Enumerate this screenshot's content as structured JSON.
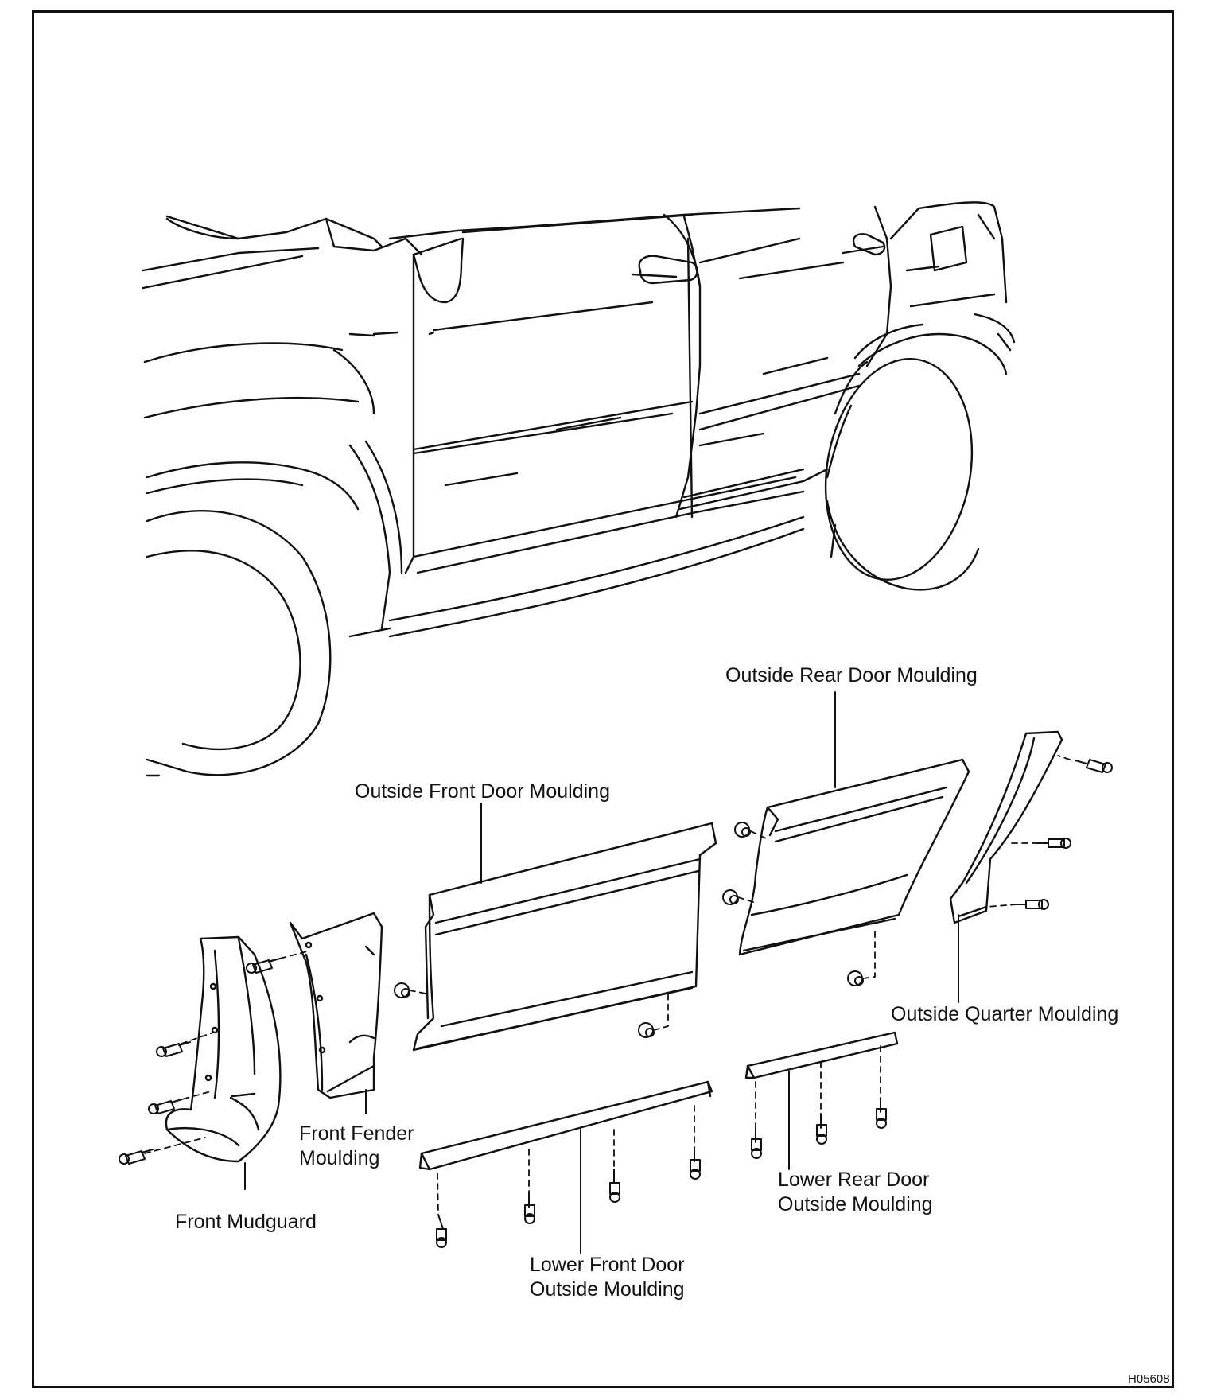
{
  "labels": {
    "outside_rear_door_moulding": "Outside Rear Door Moulding",
    "outside_front_door_moulding": "Outside Front Door Moulding",
    "outside_quarter_moulding": "Outside Quarter Moulding",
    "front_fender_moulding_line1": "Front Fender",
    "front_fender_moulding_line2": "Moulding",
    "front_mudguard": "Front Mudguard",
    "lower_rear_door_line1": "Lower Rear Door",
    "lower_rear_door_line2": "Outside Moulding",
    "lower_front_door_line1": "Lower Front Door",
    "lower_front_door_line2": "Outside Moulding"
  },
  "figure_code": "H05608",
  "colors": {
    "line": "#111111",
    "background": "#ffffff"
  }
}
